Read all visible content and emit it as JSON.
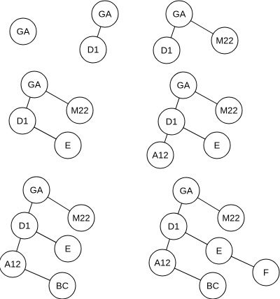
{
  "colors": {
    "background": "#ffffff",
    "stroke": "#000000",
    "node_fill": "#ffffff",
    "text": "#000000"
  },
  "trees": [
    {
      "id": "tree-1",
      "nodes": [
        {
          "id": "ga",
          "label": "GA"
        }
      ],
      "edges": []
    },
    {
      "id": "tree-2",
      "nodes": [
        {
          "id": "ga",
          "label": "GA"
        },
        {
          "id": "d1",
          "label": "D1"
        }
      ],
      "edges": [
        [
          "ga",
          "d1"
        ]
      ]
    },
    {
      "id": "tree-3",
      "nodes": [
        {
          "id": "ga",
          "label": "GA"
        },
        {
          "id": "d1",
          "label": "D1"
        },
        {
          "id": "m22",
          "label": "M22"
        }
      ],
      "edges": [
        [
          "ga",
          "d1"
        ],
        [
          "ga",
          "m22"
        ]
      ]
    },
    {
      "id": "tree-4",
      "nodes": [
        {
          "id": "ga",
          "label": "GA"
        },
        {
          "id": "d1",
          "label": "D1"
        },
        {
          "id": "m22",
          "label": "M22"
        },
        {
          "id": "e",
          "label": "E"
        }
      ],
      "edges": [
        [
          "ga",
          "d1"
        ],
        [
          "ga",
          "m22"
        ],
        [
          "d1",
          "e"
        ]
      ]
    },
    {
      "id": "tree-5",
      "nodes": [
        {
          "id": "ga",
          "label": "GA"
        },
        {
          "id": "d1",
          "label": "D1"
        },
        {
          "id": "m22",
          "label": "M22"
        },
        {
          "id": "e",
          "label": "E"
        },
        {
          "id": "a12",
          "label": "A12"
        }
      ],
      "edges": [
        [
          "ga",
          "d1"
        ],
        [
          "ga",
          "m22"
        ],
        [
          "d1",
          "e"
        ],
        [
          "d1",
          "a12"
        ]
      ]
    },
    {
      "id": "tree-6",
      "nodes": [
        {
          "id": "ga",
          "label": "GA"
        },
        {
          "id": "d1",
          "label": "D1"
        },
        {
          "id": "m22",
          "label": "M22"
        },
        {
          "id": "e",
          "label": "E"
        },
        {
          "id": "a12",
          "label": "A12"
        },
        {
          "id": "bc",
          "label": "BC"
        }
      ],
      "edges": [
        [
          "ga",
          "d1"
        ],
        [
          "ga",
          "m22"
        ],
        [
          "d1",
          "e"
        ],
        [
          "d1",
          "a12"
        ],
        [
          "a12",
          "bc"
        ]
      ]
    },
    {
      "id": "tree-7",
      "nodes": [
        {
          "id": "ga",
          "label": "GA"
        },
        {
          "id": "d1",
          "label": "D1"
        },
        {
          "id": "m22",
          "label": "M22"
        },
        {
          "id": "e",
          "label": "E"
        },
        {
          "id": "a12",
          "label": "A12"
        },
        {
          "id": "bc",
          "label": "BC"
        },
        {
          "id": "f",
          "label": "F"
        }
      ],
      "edges": [
        [
          "ga",
          "d1"
        ],
        [
          "ga",
          "m22"
        ],
        [
          "d1",
          "e"
        ],
        [
          "d1",
          "a12"
        ],
        [
          "a12",
          "bc"
        ],
        [
          "e",
          "f"
        ]
      ]
    }
  ]
}
